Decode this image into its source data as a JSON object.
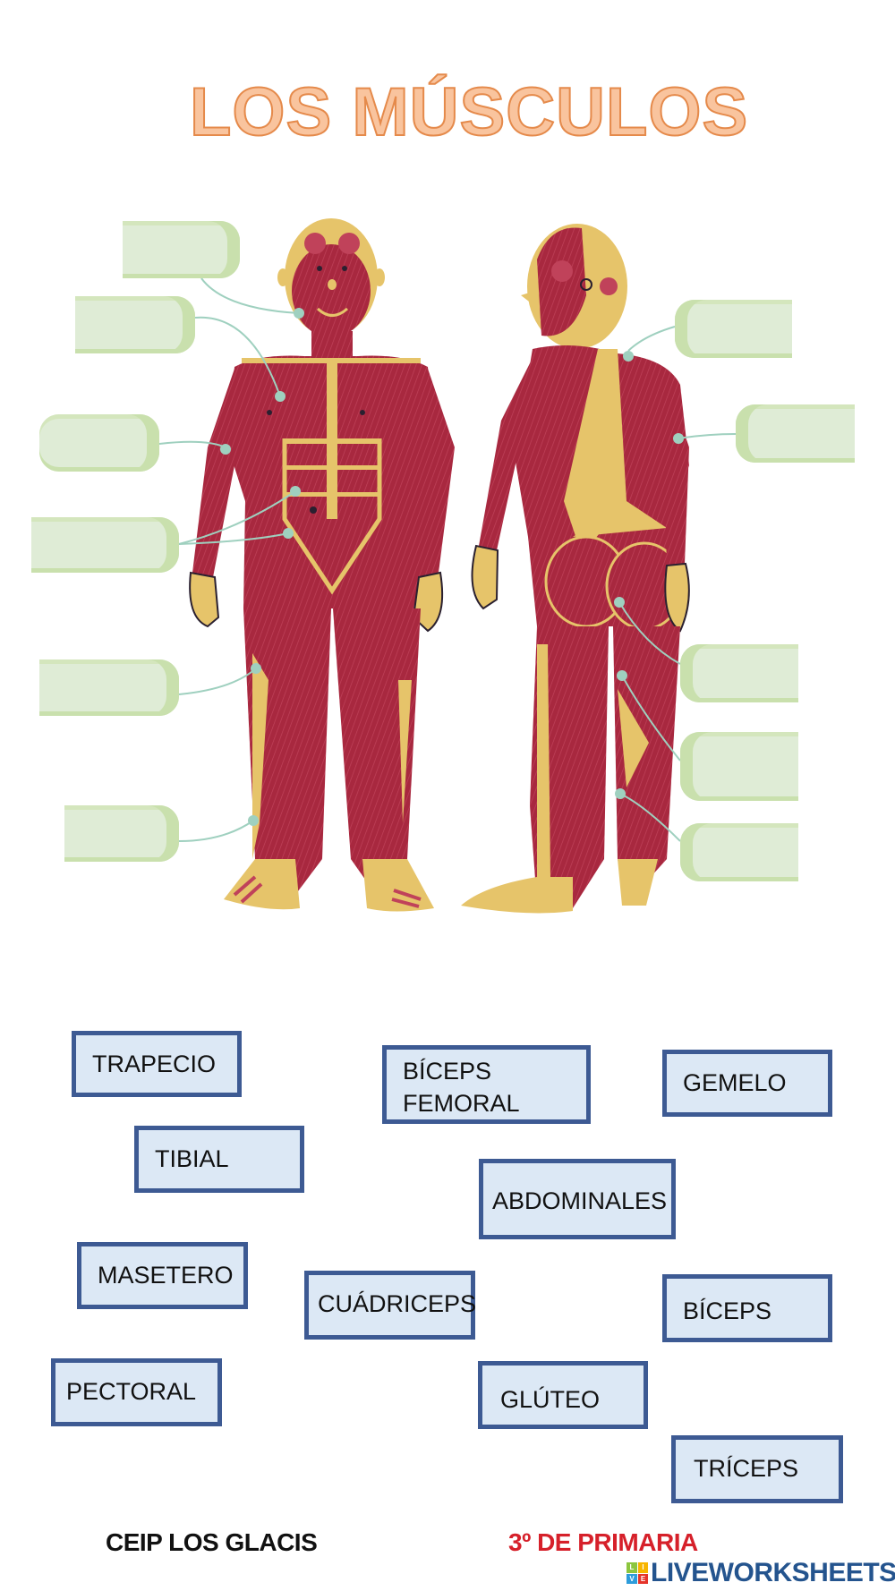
{
  "worksheet": {
    "title": "LOS MÚSCULOS",
    "title_colors": {
      "fill": "#f9c49e",
      "stroke": "#e58a4b"
    },
    "figures": [
      {
        "name": "front-view",
        "description": "human figure muscular system front view"
      },
      {
        "name": "back-view",
        "description": "human figure muscular system back view"
      }
    ],
    "drop_zones": [
      {
        "id": "left-1",
        "side": "left",
        "value": ""
      },
      {
        "id": "left-2",
        "side": "left",
        "value": ""
      },
      {
        "id": "left-3",
        "side": "left",
        "value": ""
      },
      {
        "id": "left-4",
        "side": "left",
        "value": ""
      },
      {
        "id": "left-5",
        "side": "left",
        "value": ""
      },
      {
        "id": "left-6",
        "side": "left",
        "value": ""
      },
      {
        "id": "right-1",
        "side": "right",
        "value": ""
      },
      {
        "id": "right-2",
        "side": "right",
        "value": ""
      },
      {
        "id": "right-3",
        "side": "right",
        "value": ""
      },
      {
        "id": "right-4",
        "side": "right",
        "value": ""
      },
      {
        "id": "right-5",
        "side": "right",
        "value": ""
      }
    ],
    "word_bank": [
      {
        "label": "TRAPECIO"
      },
      {
        "label": "BÍCEPS FEMORAL"
      },
      {
        "label": "GEMELO"
      },
      {
        "label": "TIBIAL"
      },
      {
        "label": "ABDOMINALES"
      },
      {
        "label": "MASETERO"
      },
      {
        "label": "CUÁDRICEPS"
      },
      {
        "label": "BÍCEPS"
      },
      {
        "label": "PECTORAL"
      },
      {
        "label": "GLÚTEO"
      },
      {
        "label": "TRÍCEPS"
      }
    ],
    "colors": {
      "tile_bg": "#dce8f5",
      "tile_border": "#3d5a93",
      "drop_bg": "#dfecd6",
      "drop_edge": "#c9e0ad",
      "muscle": "#a8283f",
      "bone": "#e6c46a",
      "connector": "#9fd0bf"
    }
  },
  "footer": {
    "school": "CEIP LOS GLACIS",
    "grade": "3º DE PRIMARIA",
    "brand": "LIVEWORKSHEETS",
    "brand_logo_letters": [
      "L",
      "I",
      "V",
      "E"
    ]
  }
}
